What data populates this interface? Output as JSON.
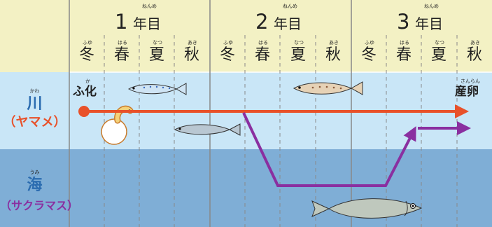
{
  "years": [
    {
      "number": "1",
      "suffix": "年目",
      "ruby": "ねんめ"
    },
    {
      "number": "2",
      "suffix": "年目",
      "ruby": "ねんめ"
    },
    {
      "number": "3",
      "suffix": "年目",
      "ruby": "ねんめ"
    }
  ],
  "seasons": [
    {
      "kanji": "冬",
      "ruby": "ふゆ"
    },
    {
      "kanji": "春",
      "ruby": "はる"
    },
    {
      "kanji": "夏",
      "ruby": "なつ"
    },
    {
      "kanji": "秋",
      "ruby": "あき"
    }
  ],
  "zones": {
    "river": {
      "kanji": "川",
      "ruby": "かわ",
      "sub": "（ヤマメ）"
    },
    "sea": {
      "kanji": "海",
      "ruby": "うみ",
      "sub": "（サクラマス）"
    }
  },
  "events": {
    "hatch": {
      "text": "ふ化",
      "ruby": "か"
    },
    "spawn": {
      "text": "産卵",
      "ruby": "さんらん"
    }
  },
  "colors": {
    "header": "#f3f1c4",
    "river": "#c9e6f7",
    "sea": "#7faed6",
    "river_path": "#e8512a",
    "sea_path": "#8a2fa0",
    "divider": "#888888"
  }
}
